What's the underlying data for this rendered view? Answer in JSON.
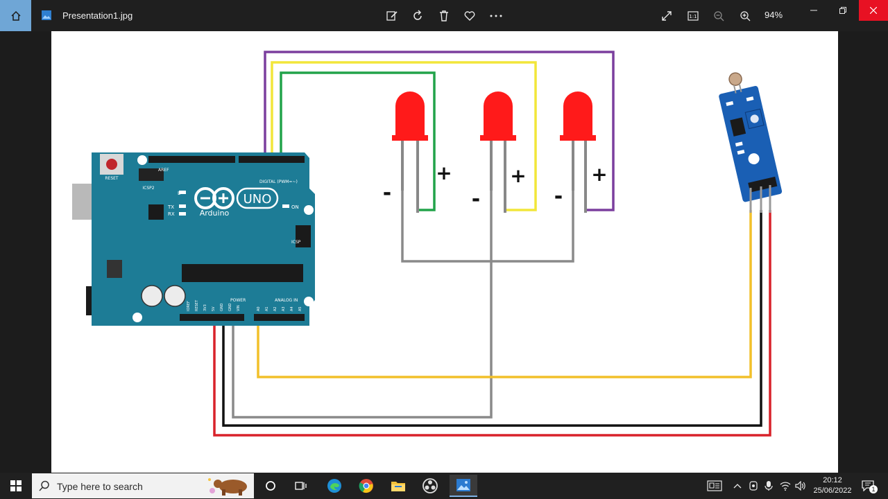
{
  "titlebar": {
    "file_name": "Presentation1.jpg",
    "zoom": "94%"
  },
  "toolbar_icons": [
    "edit-icon",
    "rotate-icon",
    "delete-icon",
    "favorite-icon",
    "more-icon",
    "fullscreen-icon",
    "actual-size-icon",
    "zoom-out-icon",
    "zoom-in-icon"
  ],
  "diagram": {
    "board_labels": {
      "reset": "RESET",
      "icsp2": "ICSP2",
      "aref": "AREF",
      "digital": "DIGITAL (PWM=~)",
      "uno": "UNO",
      "arduino": "Arduino",
      "on": "ON",
      "tx": "TX",
      "rx": "RX",
      "l": "L",
      "icsp": "ICSP",
      "power": "POWER",
      "analog_in": "ANALOG IN",
      "pin_ioref": "IOREF",
      "pin_reset": "RESET",
      "pin_3v3": "3V3",
      "pin_5v": "5V",
      "pin_gnd1": "GND",
      "pin_gnd2": "GND",
      "pin_vin": "VIN",
      "pin_a0": "A0",
      "pin_a1": "A1",
      "pin_a2": "A2",
      "pin_a3": "A3",
      "pin_a4": "A4",
      "pin_a5": "A5"
    },
    "led_minus": "-",
    "led_plus": "+",
    "colors": {
      "purple": "#7b3f9e",
      "yellow": "#f2e63a",
      "green": "#22a34a",
      "gray": "#8a8a8a",
      "orange": "#f2c02a",
      "black": "#111111",
      "red": "#d8222a",
      "board": "#1d7c96",
      "led": "#ff1a1a"
    }
  },
  "taskbar": {
    "search_placeholder": "Type here to search",
    "time": "20:12",
    "date": "25/06/2022",
    "apps": [
      "task-view-icon",
      "edge-icon",
      "chrome-icon",
      "file-explorer-icon",
      "obs-icon",
      "photos-icon"
    ]
  }
}
